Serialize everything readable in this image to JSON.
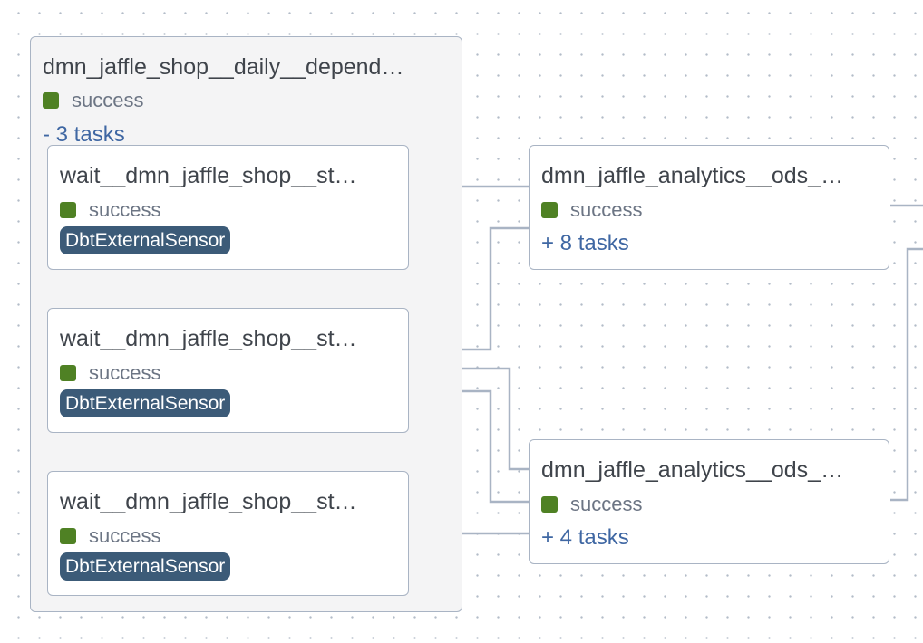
{
  "group": {
    "title": "dmn_jaffle_shop__daily__depend…",
    "status": "success",
    "toggle": "- 3 tasks"
  },
  "sensors": [
    {
      "title": "wait__dmn_jaffle_shop__st…",
      "status": "success",
      "operator": "DbtExternalSensor"
    },
    {
      "title": "wait__dmn_jaffle_shop__st…",
      "status": "success",
      "operator": "DbtExternalSensor"
    },
    {
      "title": "wait__dmn_jaffle_shop__st…",
      "status": "success",
      "operator": "DbtExternalSensor"
    }
  ],
  "groups_right": [
    {
      "title": "dmn_jaffle_analytics__ods_…",
      "status": "success",
      "toggle": "+ 8 tasks"
    },
    {
      "title": "dmn_jaffle_analytics__ods_…",
      "status": "success",
      "toggle": "+ 4 tasks"
    }
  ],
  "colors": {
    "success": "#4f8124",
    "operator_badge": "#3c5b78",
    "edge": "#a9b4c4",
    "link": "#3f67a3"
  },
  "icons": {
    "status": "status-square-icon"
  }
}
